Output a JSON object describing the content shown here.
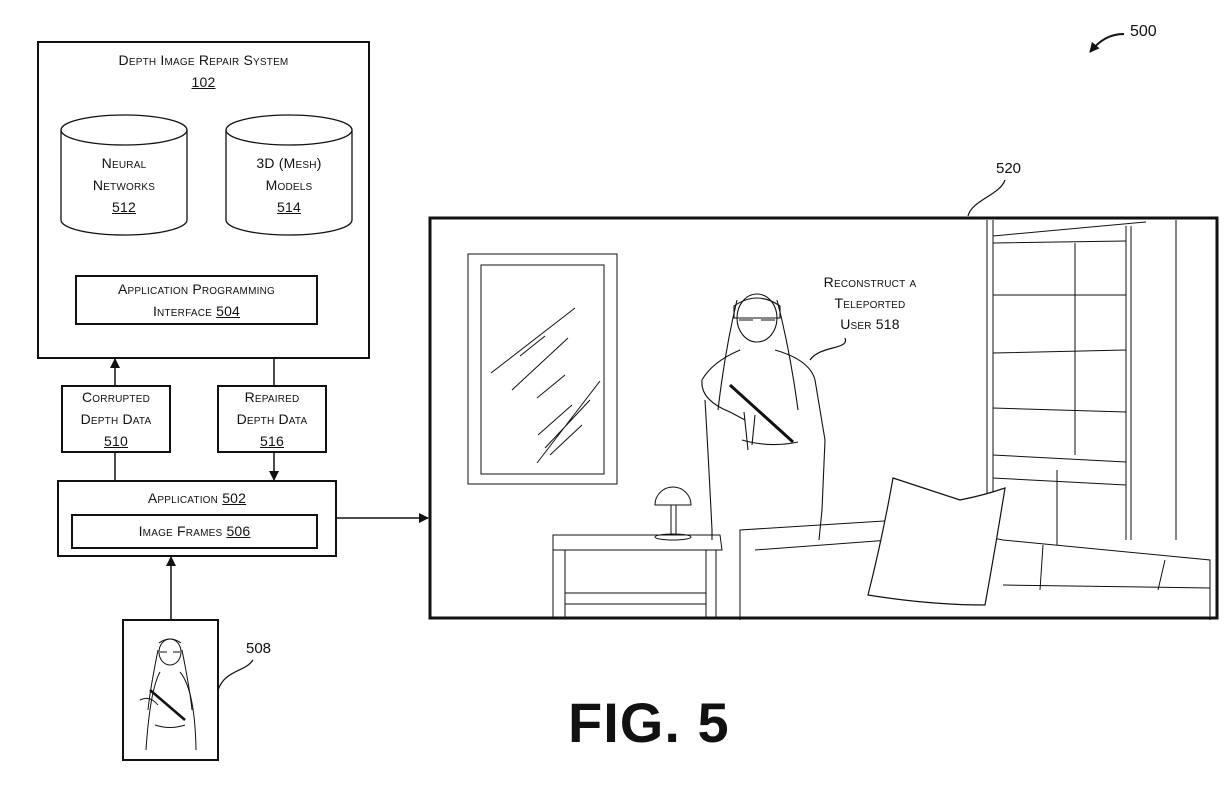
{
  "figure": {
    "label": "FIG. 5",
    "ref": "500"
  },
  "system": {
    "title": "Depth Image Repair System",
    "ref": "102",
    "databases": [
      {
        "line1": "Neural",
        "line2": "Networks",
        "ref": "512"
      },
      {
        "line1": "3D (Mesh)",
        "line2": "Models",
        "ref": "514"
      }
    ],
    "api": {
      "line1": "Application Programming",
      "line2": "Interface",
      "ref": "504"
    }
  },
  "corrupted": {
    "line1": "Corrupted",
    "line2": "Depth Data",
    "ref": "510"
  },
  "repaired": {
    "line1": "Repaired",
    "line2": "Depth Data",
    "ref": "516"
  },
  "application": {
    "title": "Application",
    "ref": "502",
    "frames": {
      "title": "Image Frames",
      "ref": "506"
    }
  },
  "input_image": {
    "ref": "508"
  },
  "scene": {
    "ref": "520",
    "callout": {
      "line1": "Reconstruct a",
      "line2": "Teleported",
      "line3": "User 518"
    }
  }
}
